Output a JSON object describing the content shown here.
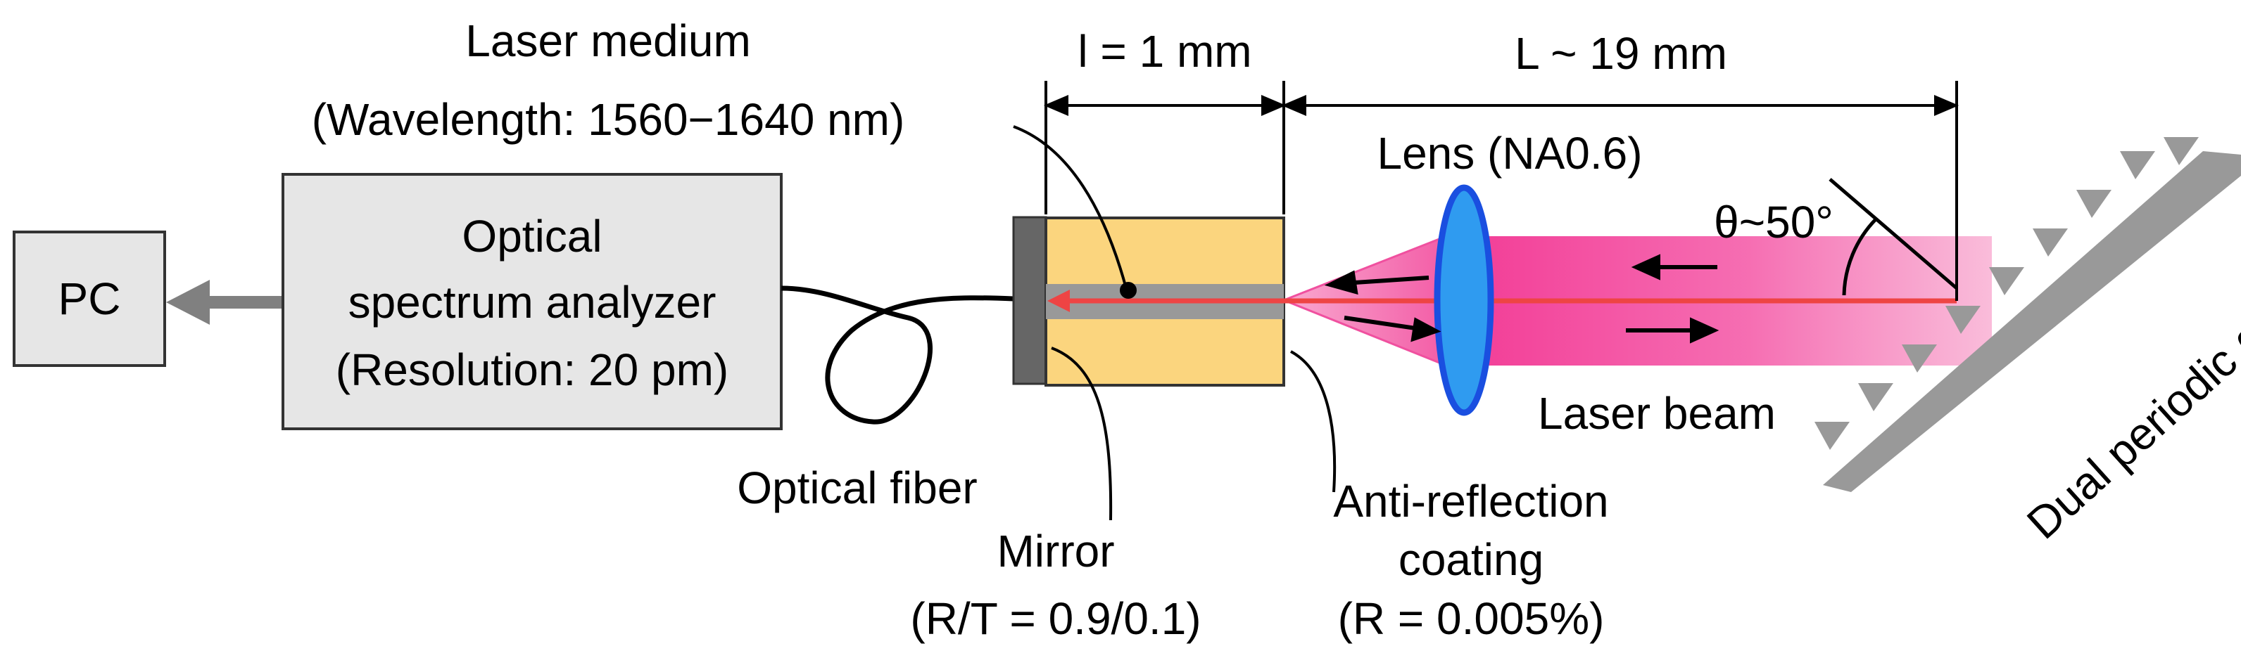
{
  "labels": {
    "pc": "PC",
    "osa_line1": "Optical",
    "osa_line2": "spectrum analyzer",
    "osa_line3": "(Resolution: 20 pm)",
    "laser_medium": "Laser medium",
    "wavelength": "(Wavelength: 1560−1640 nm)",
    "l_small": "l = 1 mm",
    "l_big": "L ~ 19 mm",
    "lens": "Lens (NA0.6)",
    "theta": "θ~50°",
    "grating": "Dual periodic grating",
    "laser_beam": "Laser beam",
    "optical_fiber": "Optical fiber",
    "mirror": "Mirror",
    "mirror_rt": "(R/T = 0.9/0.1)",
    "ar_line1": "Anti-reflection",
    "ar_line2": "coating",
    "ar_r": "(R = 0.005%)"
  },
  "colors": {
    "box_fill": "#e6e6e6",
    "medium_fill": "#fbd57e",
    "mirror_fill": "#666666",
    "core": "#999999",
    "laser_line": "#ee4444",
    "beam": "#f23a95",
    "lens_fill": "#2f9bf0",
    "lens_stroke": "#1a4fe0",
    "grating": "#999999",
    "arrow_gray": "#808080"
  }
}
